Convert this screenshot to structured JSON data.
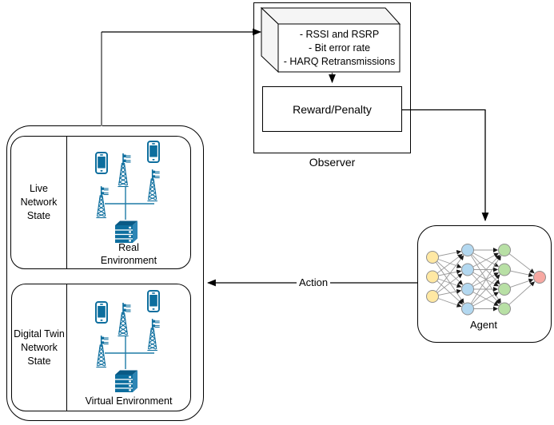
{
  "observer": {
    "label": "Observer",
    "metrics_lines": [
      "- RSSI and RSRP",
      "- Bit error rate",
      "- HARQ Retransmissions"
    ],
    "reward_label": "Reward/Penalty"
  },
  "agent": {
    "label": "Agent",
    "network": {
      "layers": [
        3,
        4,
        4,
        1
      ],
      "layer_x": [
        19,
        63,
        109,
        153
      ],
      "layer_ys": [
        [
          40,
          64.5,
          89
        ],
        [
          31,
          55.5,
          80,
          104.5
        ],
        [
          31,
          55.5,
          80,
          104.5
        ],
        [
          65
        ]
      ],
      "layer_colors": [
        "#ffe8a3",
        "#b3d8f0",
        "#b8e0a5",
        "#f7a8a2"
      ],
      "node_radius": 7.5,
      "node_border_color": "#8f8f8f",
      "edge_color": "#9a9a9a"
    }
  },
  "connections": {
    "action_label": "Action"
  },
  "environment": {
    "live": {
      "state_lines": [
        "Live",
        "Network",
        "State"
      ],
      "env_label_lines": [
        "Real",
        "Environment"
      ],
      "icons": [
        "smartphone",
        "smartphone",
        "cell-tower",
        "cell-tower",
        "cell-tower",
        "server"
      ]
    },
    "digital_twin": {
      "state_lines": [
        "Digital Twin",
        "Network",
        "State"
      ],
      "env_label_lines": [
        "Virtual Environment"
      ],
      "icons": [
        "smartphone",
        "smartphone",
        "cell-tower",
        "cell-tower",
        "cell-tower",
        "server"
      ]
    }
  },
  "colors": {
    "icon_blue": "#0d6e9e",
    "link_teal": "#1f7ba6",
    "cuboid_face_gray": "#f5f5f5",
    "gray_connector": "#808080",
    "line_black": "#000000"
  }
}
